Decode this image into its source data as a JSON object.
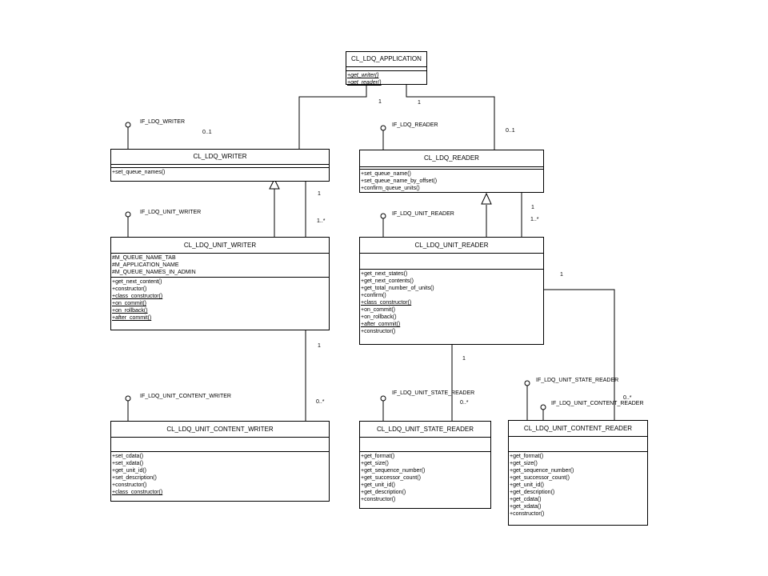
{
  "classes": {
    "app": {
      "name": "CL_LDQ_APPLICATION",
      "methods": [
        "+get_writer()",
        "+get_reader()"
      ]
    },
    "writer": {
      "name": "CL_LDQ_WRITER",
      "methods": [
        "+set_queue_names()"
      ]
    },
    "reader": {
      "name": "CL_LDQ_READER",
      "methods": [
        "+set_queue_name()",
        "+set_queue_name_by_offset()",
        "+confirm_queue_units()"
      ]
    },
    "unit_writer": {
      "name": "CL_LDQ_UNIT_WRITER",
      "attributes": [
        "#M_QUEUE_NAME_TAB",
        "#M_APPLICATION_NAME",
        "#M_QUEUE_NAMES_IN_ADMIN"
      ],
      "methods": [
        "+get_next_content()",
        "+constructor()",
        "+class_constructor()",
        "+on_commit()",
        "+on_rollback()",
        "+after_commit()"
      ]
    },
    "unit_reader": {
      "name": "CL_LDQ_UNIT_READER",
      "methods": [
        "+get_next_states()",
        "+get_next_contents()",
        "+get_total_number_of_units()",
        "+confirm()",
        "+class_constructor()",
        "+on_commit()",
        "+on_rollback()",
        "+after_commit()",
        "+constructor()"
      ]
    },
    "content_writer": {
      "name": "CL_LDQ_UNIT_CONTENT_WRITER",
      "methods": [
        "+set_cdata()",
        "+set_xdata()",
        "+get_unit_id()",
        "+set_description()",
        "+constructor()",
        "+class_constructor()"
      ]
    },
    "state_reader": {
      "name": "CL_LDQ_UNIT_STATE_READER",
      "methods": [
        "+get_format()",
        "+get_size()",
        "+get_sequence_number()",
        "+get_successor_count()",
        "+get_unit_id()",
        "+get_description()",
        "+constructor()"
      ]
    },
    "content_reader": {
      "name": "CL_LDQ_UNIT_CONTENT_READER",
      "methods": [
        "+get_format()",
        "+get_size()",
        "+get_sequence_number()",
        "+get_successor_count()",
        "+get_unit_id()",
        "+get_description()",
        "+get_cdata()",
        "+get_xdata()",
        "+constructor()"
      ]
    }
  },
  "interfaces": {
    "writer": "IF_LDQ_WRITER",
    "reader": "IF_LDQ_READER",
    "unit_writer": "IF_LDQ_UNIT_WRITER",
    "unit_reader": "IF_LDQ_UNIT_READER",
    "content_writer": "IF_LDQ_UNIT_CONTENT_WRITER",
    "state_reader": "IF_LDQ_UNIT_STATE_READER",
    "state_reader_2": "IF_LDQ_UNIT_STATE_READER",
    "content_reader": "IF_LDQ_UNIT_CONTENT_READER"
  },
  "multiplicities": {
    "app_writer_1": "1",
    "app_reader_1": "1",
    "app_writer_01": "0..1",
    "app_reader_01": "0..1",
    "writer_unit_1": "1",
    "writer_unit_n": "1..*",
    "reader_unit_1": "1",
    "reader_unit_n": "1..*",
    "unitw_content_1": "1",
    "unitw_content_n": "0..*",
    "unitr_state_1": "1",
    "unitr_state_n": "0..*",
    "unitr_content_1": "1",
    "unitr_content_n": "0..*"
  },
  "underlined_methods": {
    "unit_writer": [
      2,
      3,
      4,
      5
    ],
    "unit_reader": [
      4,
      7
    ],
    "content_writer": [
      5
    ]
  },
  "italic_methods": {
    "app": [
      0,
      1
    ]
  }
}
